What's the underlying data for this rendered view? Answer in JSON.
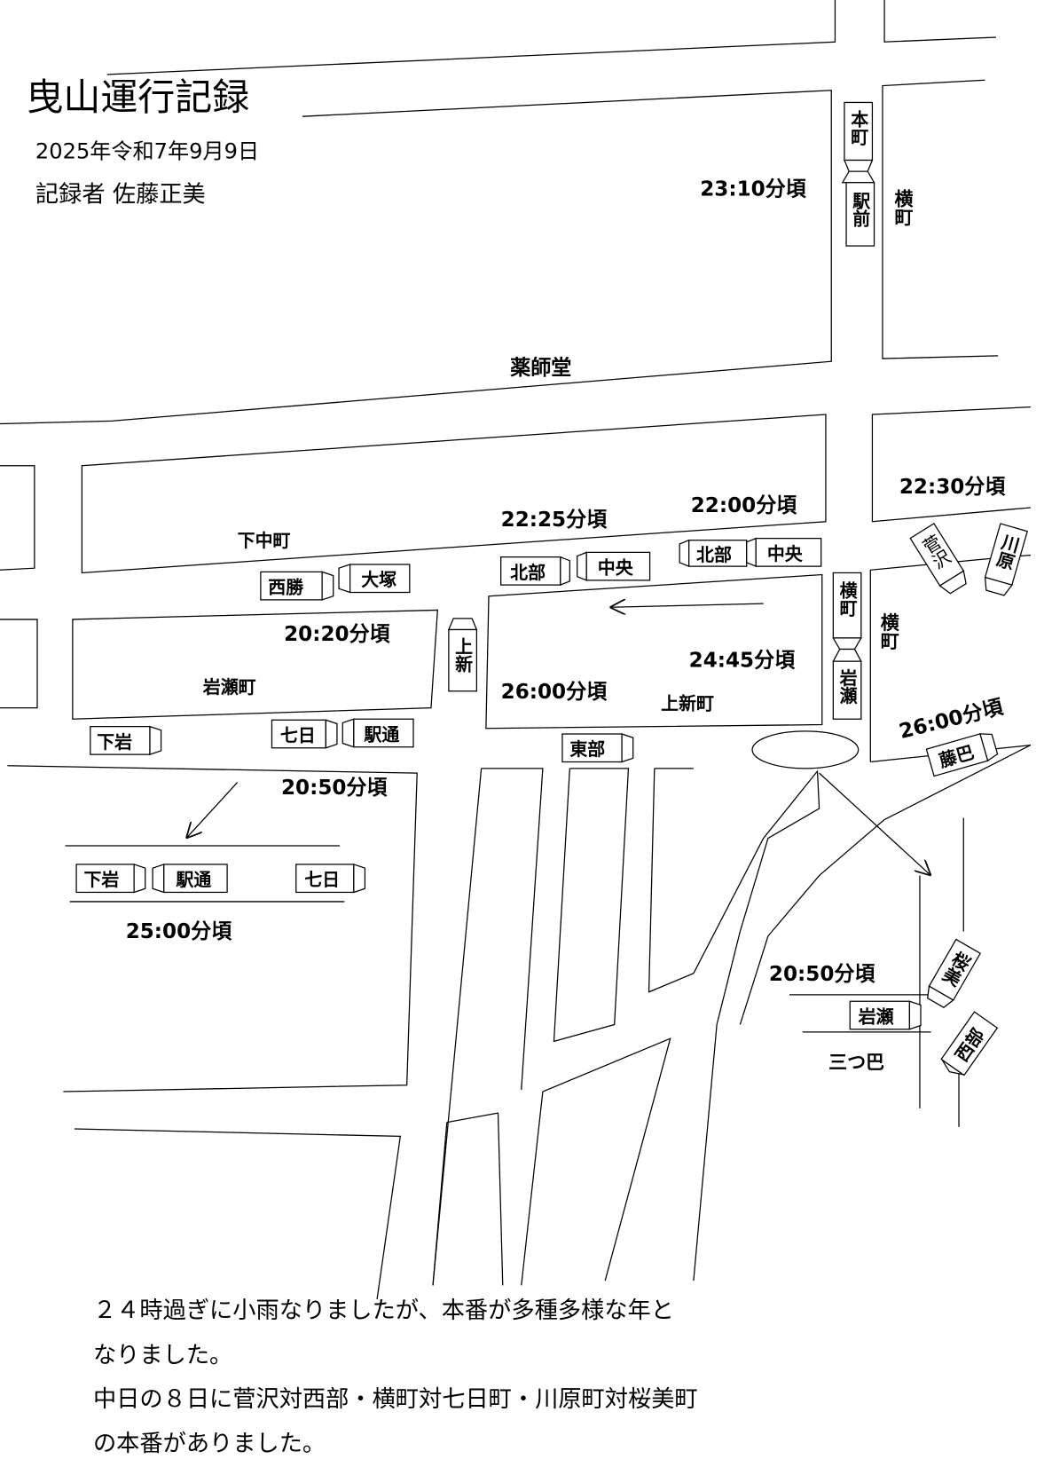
{
  "header": {
    "title": "曳山運行記録",
    "date": "2025年令和7年9月9日",
    "recorder": "記録者 佐藤正美"
  },
  "places": {
    "yakushido": "薬師堂",
    "shimonakamachi": "下中町",
    "iwasemachi": "岩瀬町",
    "kamishinmachi": "上新町",
    "yokomachi_top": "横町",
    "yokomachi_mid": "横町",
    "mitsudomoe": "三つ巴"
  },
  "times": [
    "23:10分頃",
    "22:00分頃",
    "22:25分頃",
    "22:30分頃",
    "20:20分頃",
    "24:45分頃",
    "26:00分頃",
    "26:00分頃",
    "20:50分頃",
    "25:00分頃",
    "20:50分頃"
  ],
  "floats": [
    "本町",
    "駅前",
    "西勝",
    "大塚",
    "北部",
    "中央",
    "北部",
    "中央",
    "菅沢",
    "川原",
    "横町",
    "岩瀬",
    "上新",
    "下岩",
    "七日",
    "駅通",
    "東部",
    "藤巴",
    "下岩",
    "駅通",
    "七日",
    "桜美",
    "岩瀬",
    "西部"
  ],
  "note": [
    "２４時過ぎに小雨なりましたが、本番が多種多様な年と",
    "なりました。",
    "中日の８日に菅沢対西部・横町対七日町・川原町対桜美町",
    "の本番がありました。"
  ]
}
